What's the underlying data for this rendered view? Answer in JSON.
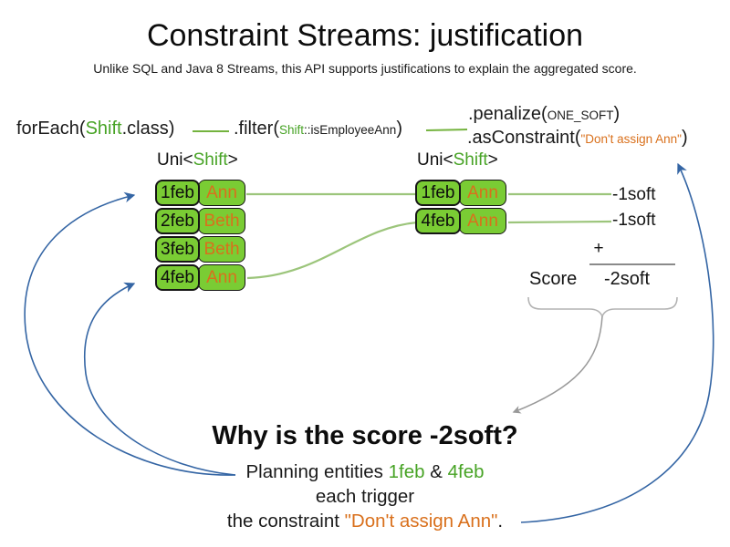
{
  "title": "Constraint Streams: justification",
  "subtitle": "Unlike SQL and Java 8 Streams, this API supports justifications to explain the aggregated score.",
  "code": {
    "foreach": {
      "pre": "forEach(",
      "class_name": "Shift",
      "post": ".class)"
    },
    "filter": {
      "pre": ".filter(",
      "arg_class": "Shift",
      "arg_rest": "::isEmployeeAnn",
      "post": ")"
    },
    "penalize": {
      "pre": ".penalize(",
      "arg": "ONE_SOFT",
      "post": ")"
    },
    "as_constraint": {
      "pre": ".asConstraint(",
      "arg": "\"Don't assign Ann\"",
      "post": ")"
    }
  },
  "streams": {
    "left": {
      "label_pre": "Uni<",
      "label_type": "Shift",
      "label_post": ">",
      "rows": [
        {
          "date": "1feb",
          "employee": "Ann"
        },
        {
          "date": "2feb",
          "employee": "Beth"
        },
        {
          "date": "3feb",
          "employee": "Beth"
        },
        {
          "date": "4feb",
          "employee": "Ann"
        }
      ]
    },
    "right": {
      "label_pre": "Uni<",
      "label_type": "Shift",
      "label_post": ">",
      "rows": [
        {
          "date": "1feb",
          "employee": "Ann"
        },
        {
          "date": "4feb",
          "employee": "Ann"
        }
      ]
    }
  },
  "penalties": [
    "-1soft",
    "-1soft"
  ],
  "score": {
    "plus": "+",
    "label": "Score",
    "value": "-2soft"
  },
  "question": {
    "heading": "Why is the score -2soft?",
    "line1_pre": "Planning entities ",
    "line1_entity1": "1feb",
    "line1_amp": " & ",
    "line1_entity2": "4feb",
    "line2": "each trigger",
    "line3_pre": "the constraint ",
    "line3_constraint": "\"Don't assign Ann\"",
    "line3_post": "."
  },
  "colors": {
    "green_fill": "#7acc34",
    "green_text": "#47a325",
    "green_line": "#9cc57b",
    "green_dash": "#74b33e",
    "orange": "#d9701c",
    "blue": "#3465a4",
    "gray_line": "#8a8a8a",
    "gray_soft": "#b3b3b3"
  }
}
